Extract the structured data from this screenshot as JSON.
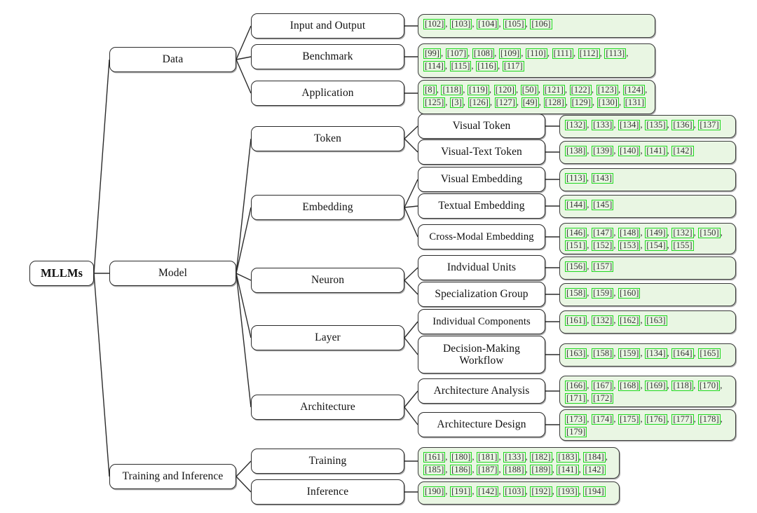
{
  "diagram": {
    "title": "MLLMs taxonomy tree",
    "root": {
      "label": "MLLMs"
    },
    "accent_green": "#1fd81f",
    "refbox_fill": "#e9f6e3",
    "node_border": "#2b2b2b",
    "level1": [
      {
        "label": "Data"
      },
      {
        "label": "Model"
      },
      {
        "label": "Training and Inference"
      }
    ],
    "level2": [
      {
        "label": "Input and Output"
      },
      {
        "label": "Benchmark"
      },
      {
        "label": "Application"
      },
      {
        "label": "Token"
      },
      {
        "label": "Embedding"
      },
      {
        "label": "Neuron"
      },
      {
        "label": "Layer"
      },
      {
        "label": "Architecture"
      },
      {
        "label": "Training"
      },
      {
        "label": "Inference"
      }
    ],
    "level3": [
      {
        "label": "Visual Token"
      },
      {
        "label": "Visual-Text Token"
      },
      {
        "label": "Visual Embedding"
      },
      {
        "label": "Textual Embedding"
      },
      {
        "label": "Cross-Modal Embedding"
      },
      {
        "label": "Indvidual Units"
      },
      {
        "label": "Specialization Group"
      },
      {
        "label": "Individual Components"
      },
      {
        "label": "Decision-Making Workflow"
      },
      {
        "label": "Architecture Analysis"
      },
      {
        "label": "Architecture Design"
      }
    ],
    "references": {
      "input_and_output": [
        "102",
        "103",
        "104",
        "105",
        "106"
      ],
      "benchmark": [
        "99",
        "107",
        "108",
        "109",
        "110",
        "111",
        "112",
        "113",
        "114",
        "115",
        "116",
        "117"
      ],
      "application": [
        "8",
        "118",
        "119",
        "120",
        "50",
        "121",
        "122",
        "123",
        "124",
        "125",
        "3",
        "126",
        "127",
        "49",
        "128",
        "129",
        "130",
        "131"
      ],
      "visual_token": [
        "132",
        "133",
        "134",
        "135",
        "136",
        "137"
      ],
      "visual_text_token": [
        "138",
        "139",
        "140",
        "141",
        "142"
      ],
      "visual_embedding": [
        "113",
        "143"
      ],
      "textual_embedding": [
        "144",
        "145"
      ],
      "cross_modal_embedding": [
        "146",
        "147",
        "148",
        "149",
        "132",
        "150",
        "151",
        "152",
        "153",
        "154",
        "155"
      ],
      "indvidual_units": [
        "156",
        "157"
      ],
      "specialization_group": [
        "158",
        "159",
        "160"
      ],
      "individual_components": [
        "161",
        "132",
        "162",
        "163"
      ],
      "decision_making_workflow": [
        "163",
        "158",
        "159",
        "134",
        "164",
        "165"
      ],
      "architecture_analysis": [
        "166",
        "167",
        "168",
        "169",
        "118",
        "170",
        "171",
        "172"
      ],
      "architecture_design": [
        "173",
        "174",
        "175",
        "176",
        "177",
        "178",
        "179"
      ],
      "training": [
        "161",
        "180",
        "181",
        "133",
        "182",
        "183",
        "184",
        "185",
        "186",
        "187",
        "188",
        "189",
        "141",
        "142"
      ],
      "inference": [
        "190",
        "191",
        "142",
        "103",
        "192",
        "193",
        "194"
      ]
    }
  }
}
